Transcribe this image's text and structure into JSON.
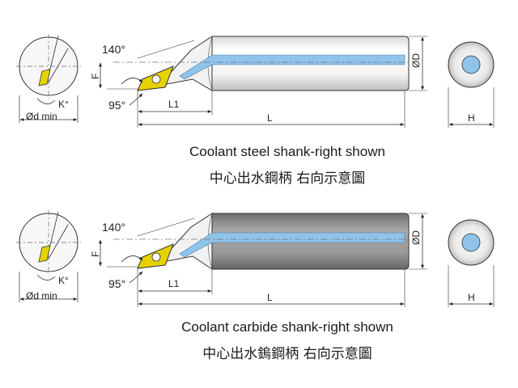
{
  "diagram1": {
    "angle_top": "140°",
    "angle_bottom": "95°",
    "label_f": "F",
    "label_l1": "L1",
    "label_l": "L",
    "label_od": "ØD",
    "label_h": "H",
    "label_k": "K°",
    "label_dmin": "Ød min",
    "caption_en": "Coolant steel shank-right shown",
    "caption_zh": "中心出水鋼柄  右向示意圖",
    "shank_material": "steel"
  },
  "diagram2": {
    "angle_top": "140°",
    "angle_bottom": "95°",
    "label_f": "F",
    "label_l1": "L1",
    "label_l": "L",
    "label_od": "ØD",
    "label_h": "H",
    "label_k": "K°",
    "label_dmin": "Ød min",
    "caption_en": "Coolant carbide shank-right shown",
    "caption_zh": "中心出水鎢鋼柄  右向示意圖",
    "shank_material": "carbide"
  },
  "colors": {
    "insert_yellow": "#e6d200",
    "coolant_blue": "#8fc3ea",
    "steel_light": "#eeeeee",
    "carbide_gray": "#8a8a8a",
    "outline": "#333333"
  }
}
